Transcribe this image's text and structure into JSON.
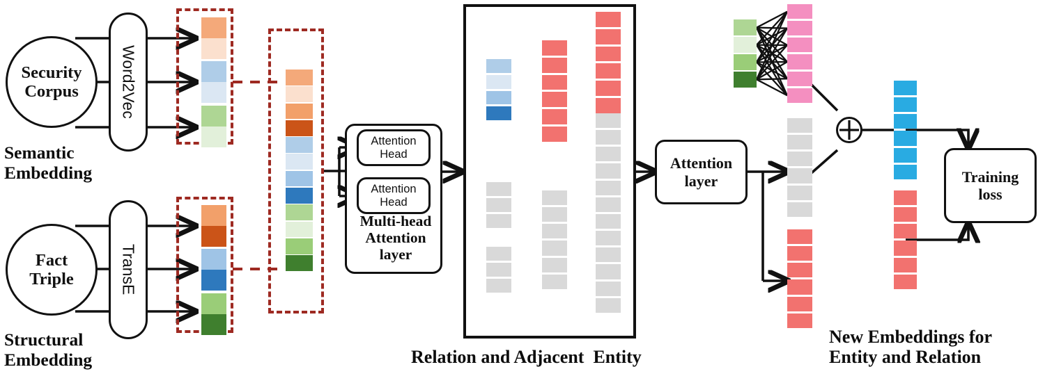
{
  "title": "Knowledge graph embedding fusion architecture",
  "palette": {
    "orange_light": "#F4A97A",
    "orange_pale": "#FBE0CE",
    "orange_mid": "#F2A06A",
    "orange_dark": "#CB5418",
    "blue_light": "#AFCDE8",
    "blue_pale": "#DBE7F3",
    "blue_mid": "#9FC4E6",
    "blue_dark": "#2E79BD",
    "green_light": "#AED694",
    "green_pale": "#E2F0DA",
    "green_mid": "#9ACD78",
    "green_dark": "#3F7F2E",
    "red": "#F2726F",
    "gray": "#D9D9D9",
    "pink": "#F48FC0",
    "cyan": "#29ABE2",
    "dash_red": "#9E2A22",
    "black": "#111111"
  },
  "semantic": {
    "source_label": "Security\nCorpus",
    "encoder_label": "Word2Vec",
    "caption": "Semantic\nEmbedding",
    "vectors": [
      {
        "name": "semantic-vector-1",
        "cells": [
          "orange_light",
          "orange_pale"
        ]
      },
      {
        "name": "semantic-vector-2",
        "cells": [
          "blue_light",
          "blue_pale"
        ]
      },
      {
        "name": "semantic-vector-3",
        "cells": [
          "green_light",
          "green_pale"
        ]
      }
    ]
  },
  "structural": {
    "source_label": "Fact\nTriple",
    "encoder_label": "TransE",
    "caption": "Structural\nEmbedding",
    "vectors": [
      {
        "name": "structural-vector-1",
        "cells": [
          "orange_mid",
          "orange_dark"
        ]
      },
      {
        "name": "structural-vector-2",
        "cells": [
          "blue_mid",
          "blue_dark"
        ]
      },
      {
        "name": "structural-vector-3",
        "cells": [
          "green_mid",
          "green_dark"
        ]
      }
    ]
  },
  "concat": {
    "name": "concatenated-embedding",
    "cells": [
      "orange_light",
      "orange_pale",
      "orange_mid",
      "orange_dark",
      "blue_light",
      "blue_pale",
      "blue_mid",
      "blue_dark",
      "green_light",
      "green_pale",
      "green_mid",
      "green_dark"
    ]
  },
  "multihead": {
    "head_label": "Attention\nHead",
    "heads": 2,
    "caption": "Multi-head\nAttention\nlayer"
  },
  "relation_box": {
    "caption": "Relation and Adjacent  Entity",
    "columns": [
      {
        "name": "entity-input-column",
        "groups": [
          {
            "cells": [
              "blue_light",
              "blue_pale",
              "blue_mid",
              "blue_dark"
            ]
          },
          {
            "cells": [
              "gray",
              "gray",
              "gray"
            ]
          },
          {
            "cells": [
              "gray",
              "gray",
              "gray"
            ]
          }
        ]
      },
      {
        "name": "entity-hidden-column",
        "groups": [
          {
            "cells": [
              "red",
              "red",
              "red",
              "red",
              "red",
              "red"
            ]
          },
          {
            "cells": [
              "gray",
              "gray",
              "gray",
              "gray",
              "gray",
              "gray"
            ]
          }
        ]
      },
      {
        "name": "relation-output-column",
        "groups": [
          {
            "cells": [
              "red",
              "red",
              "red",
              "red",
              "red",
              "red"
            ]
          },
          {
            "cells": [
              "gray",
              "gray",
              "gray",
              "gray",
              "gray",
              "gray",
              "gray",
              "gray",
              "gray",
              "gray",
              "gray",
              "gray"
            ]
          }
        ]
      }
    ]
  },
  "attention_layer": {
    "label": "Attention\nlayer"
  },
  "aggregation": {
    "green_input": {
      "name": "aggregation-green-input",
      "cells": [
        "green_light",
        "green_pale",
        "green_mid",
        "green_dark"
      ]
    },
    "pink_output": {
      "name": "aggregation-pink-output",
      "cells": [
        "pink",
        "pink",
        "pink",
        "pink",
        "pink",
        "pink"
      ]
    },
    "gray_mid": {
      "name": "aggregation-gray-vector",
      "cells": [
        "gray",
        "gray",
        "gray",
        "gray",
        "gray",
        "gray"
      ]
    },
    "red_lower": {
      "name": "aggregation-red-vector",
      "cells": [
        "red",
        "red",
        "red",
        "red",
        "red",
        "red"
      ]
    },
    "sum_symbol": "⊕"
  },
  "outputs": {
    "caption": "New Embeddings for\nEntity and Relation",
    "entity_vector": {
      "name": "new-entity-embedding",
      "cells": [
        "cyan",
        "cyan",
        "cyan",
        "cyan",
        "cyan",
        "cyan"
      ]
    },
    "relation_vector": {
      "name": "new-relation-embedding",
      "cells": [
        "red",
        "red",
        "red",
        "red",
        "red",
        "red"
      ]
    }
  },
  "loss": {
    "label": "Training\nloss"
  }
}
